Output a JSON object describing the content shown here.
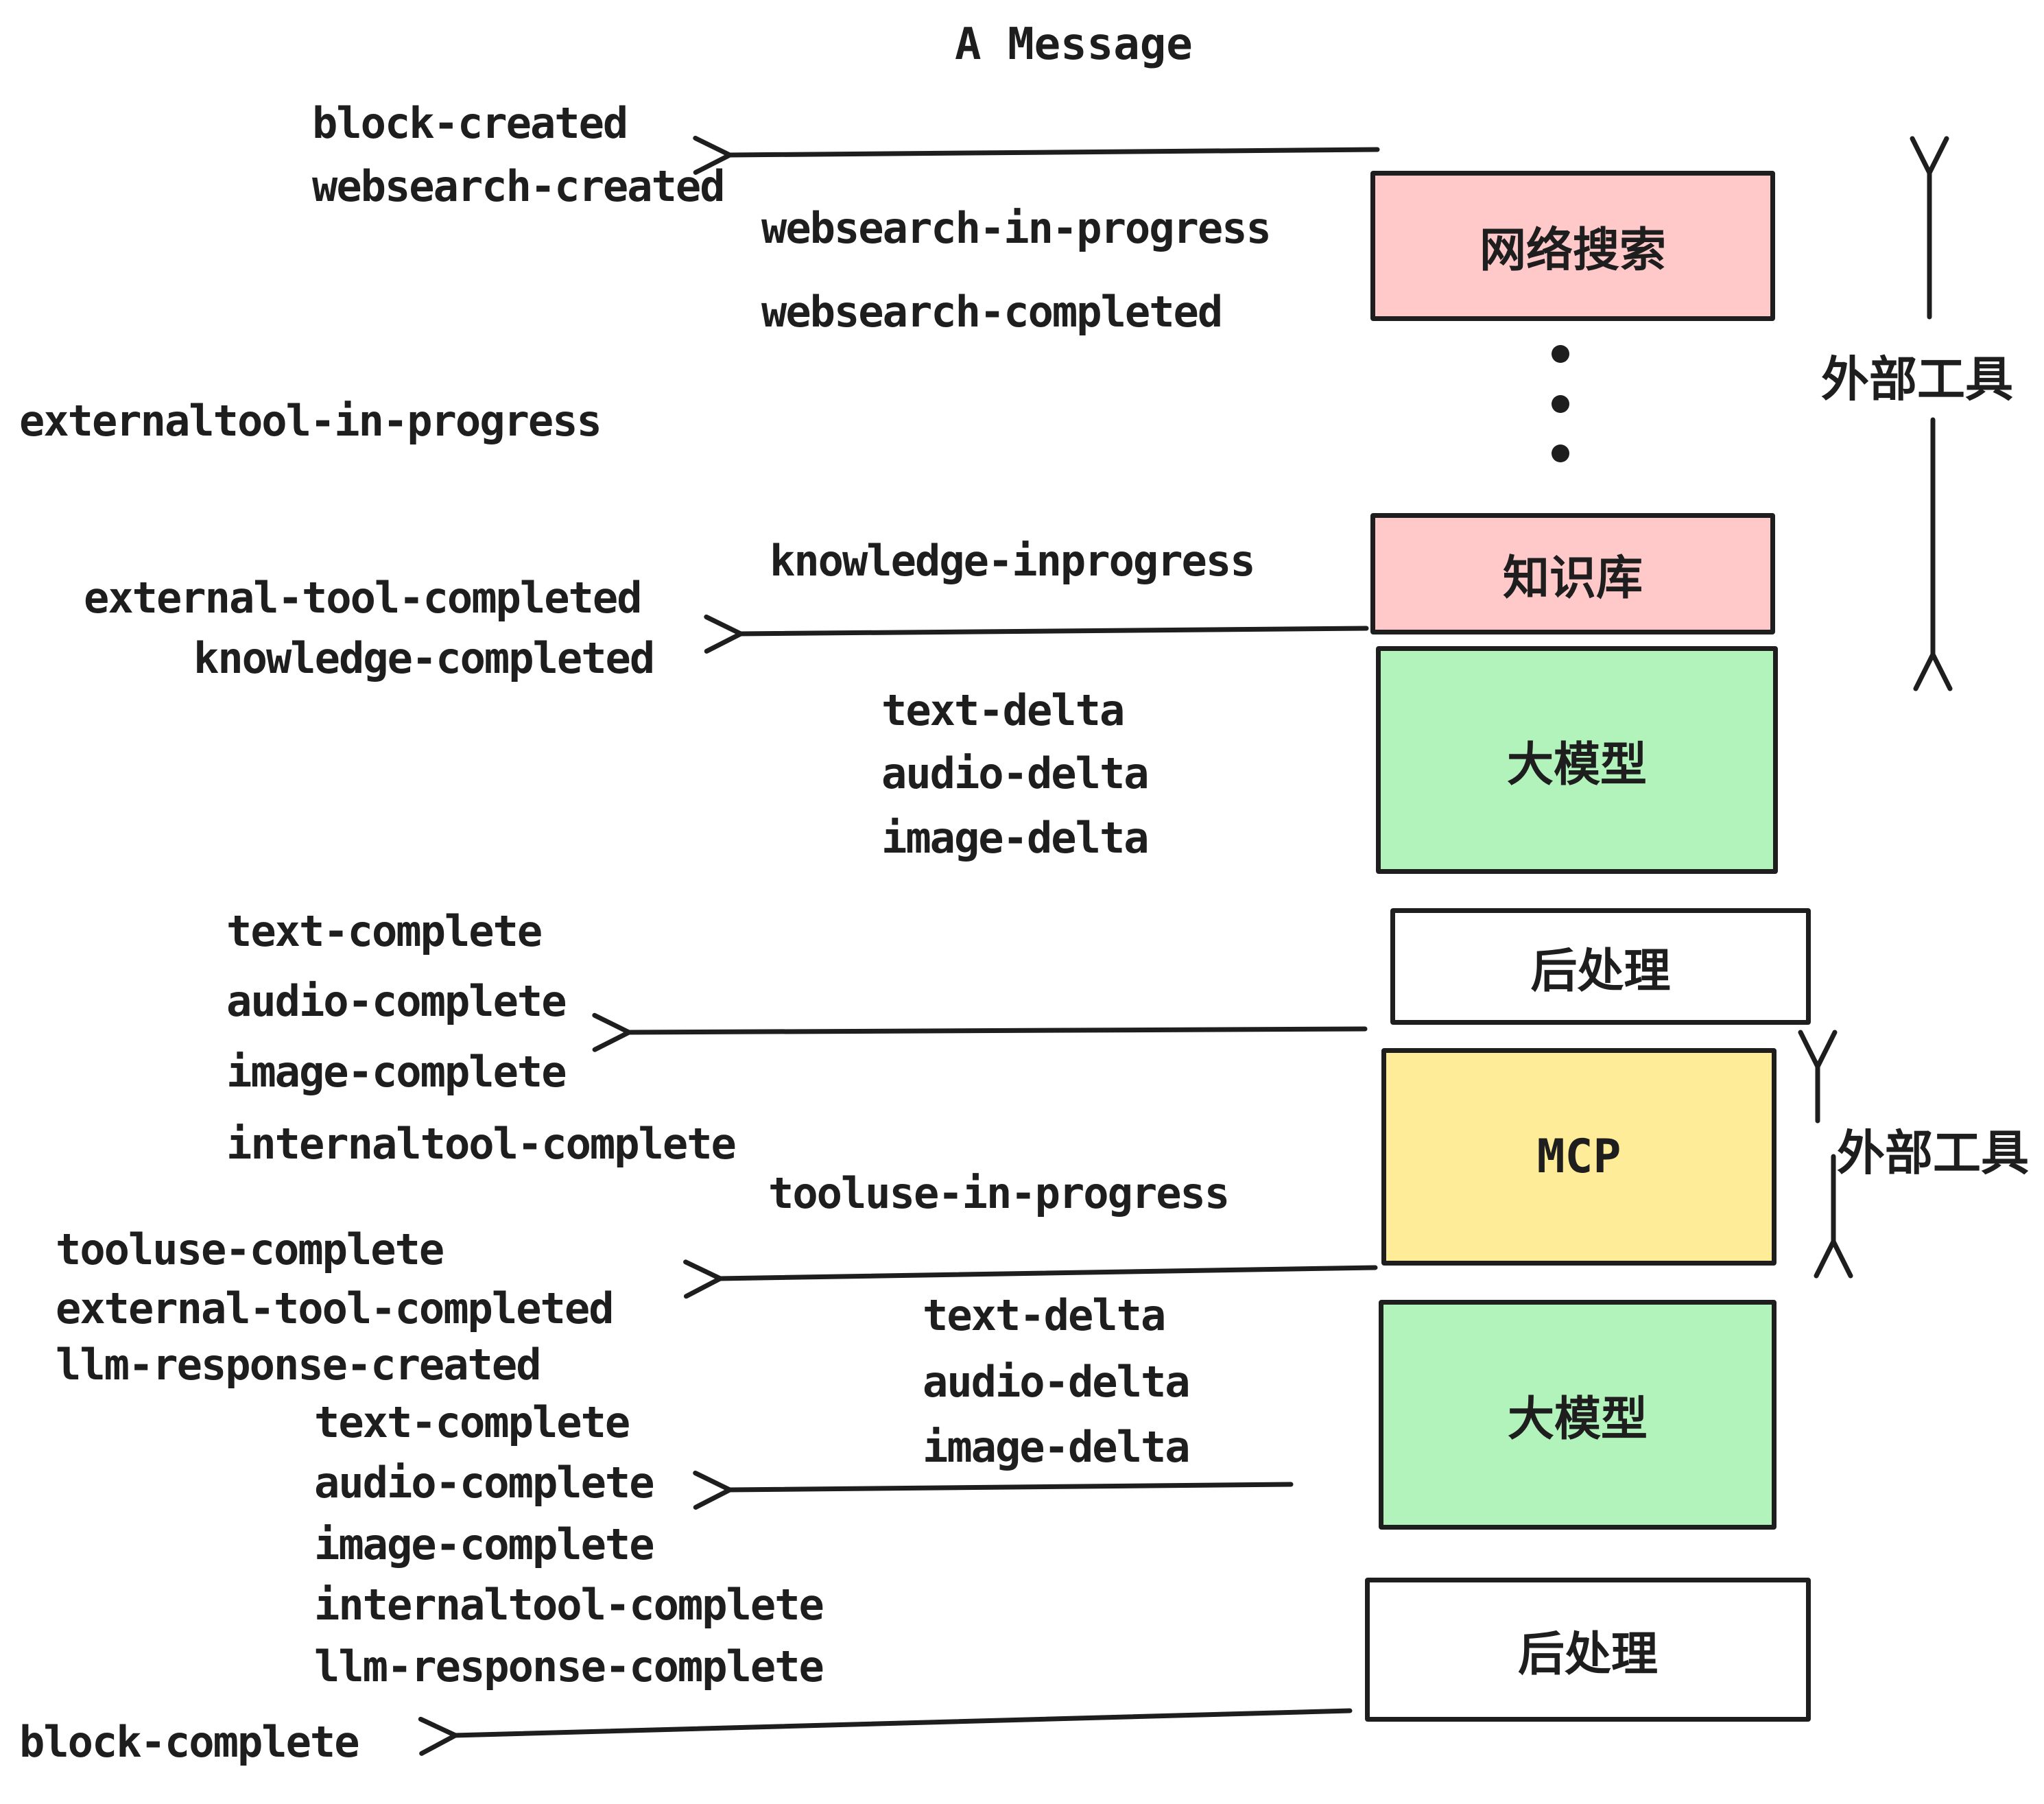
{
  "title": "A Message",
  "colors": {
    "pink": "#ffc9c9",
    "green": "#b2f2bb",
    "yellow": "#ffec99",
    "white": "#ffffff",
    "stroke": "#1e1e1e"
  },
  "boxes": [
    {
      "label": "网络搜索",
      "color": "pink"
    },
    {
      "label": "知识库",
      "color": "pink"
    },
    {
      "label": "大模型",
      "color": "green"
    },
    {
      "label": "后处理",
      "color": "white"
    },
    {
      "label": "MCP",
      "color": "yellow"
    },
    {
      "label": "大模型",
      "color": "green"
    },
    {
      "label": "后处理",
      "color": "white"
    }
  ],
  "side_labels": [
    {
      "label": "外部工具"
    },
    {
      "label": "外部工具"
    }
  ],
  "events": {
    "block_created": "block-created",
    "websearch_created": "websearch-created",
    "websearch_in_progress": "websearch-in-progress",
    "websearch_completed": "websearch-completed",
    "externaltool_in_progress": "externaltool-in-progress",
    "external_tool_completed_1": "external-tool-completed",
    "knowledge_completed": "knowledge-completed",
    "knowledge_inprogress": "knowledge-inprogress",
    "text_delta_1": "text-delta",
    "audio_delta_1": "audio-delta",
    "image_delta_1": "image-delta",
    "text_complete_1": "text-complete",
    "audio_complete_1": "audio-complete",
    "image_complete_1": "image-complete",
    "internaltool_complete_1": "internaltool-complete",
    "tooluse_in_progress": "tooluse-in-progress",
    "tooluse_complete": "tooluse-complete",
    "external_tool_completed_2": "external-tool-completed",
    "llm_response_created": "llm-response-created",
    "text_delta_2": "text-delta",
    "audio_delta_2": "audio-delta",
    "image_delta_2": "image-delta",
    "text_complete_2": "text-complete",
    "audio_complete_2": "audio-complete",
    "image_complete_2": "image-complete",
    "internaltool_complete_2": "internaltool-complete",
    "llm_response_complete": "llm-response-complete",
    "block_complete": "block-complete"
  }
}
